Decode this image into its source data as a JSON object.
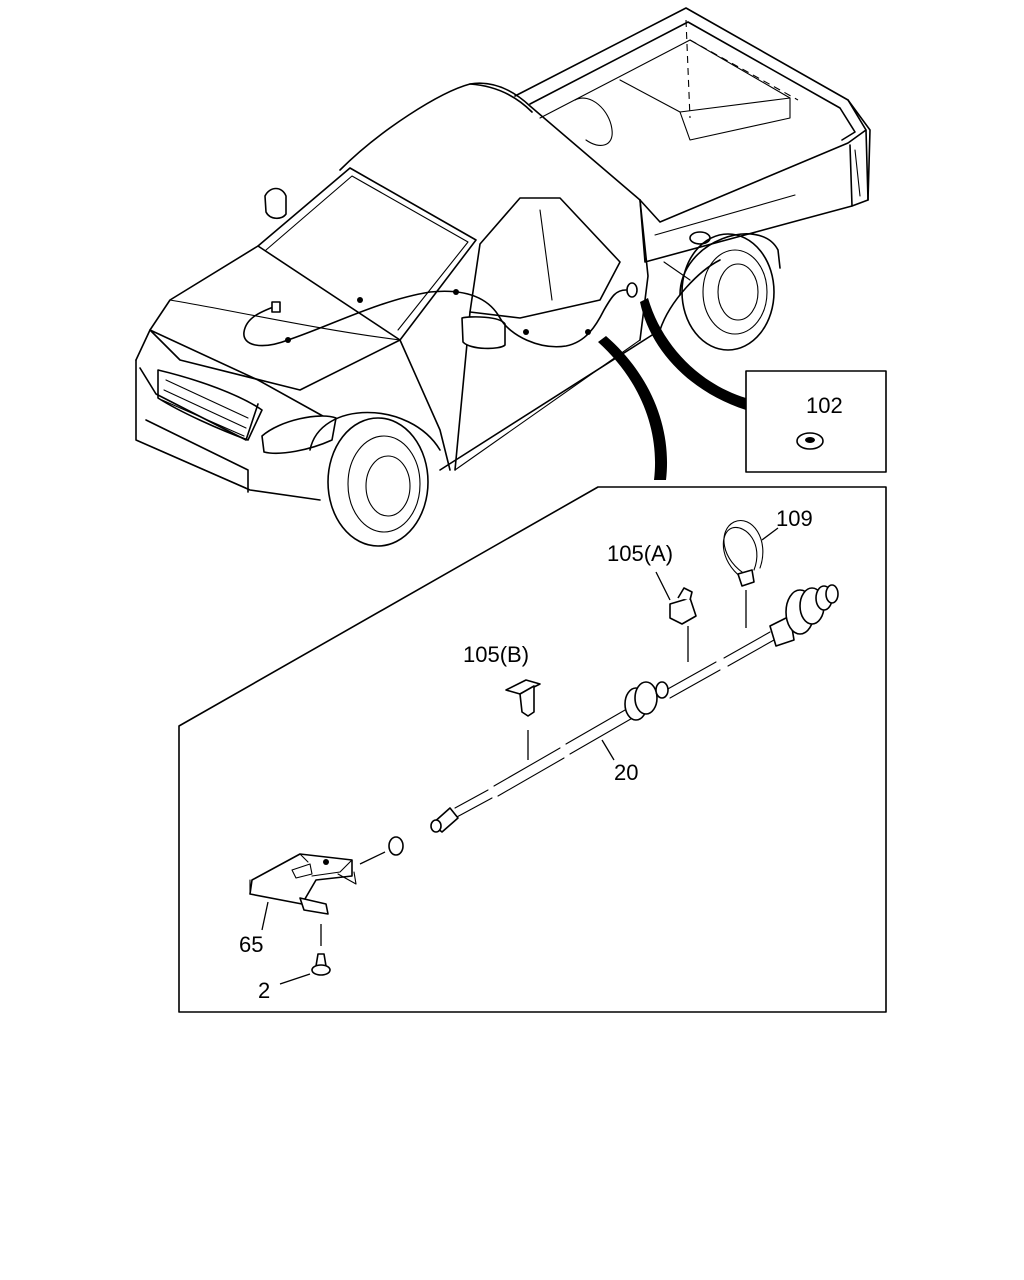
{
  "callouts": {
    "c102": "102",
    "c109": "109",
    "c105a": "105(A)",
    "c105b": "105(B)",
    "c20": "20",
    "c65": "65",
    "c2": "2"
  }
}
